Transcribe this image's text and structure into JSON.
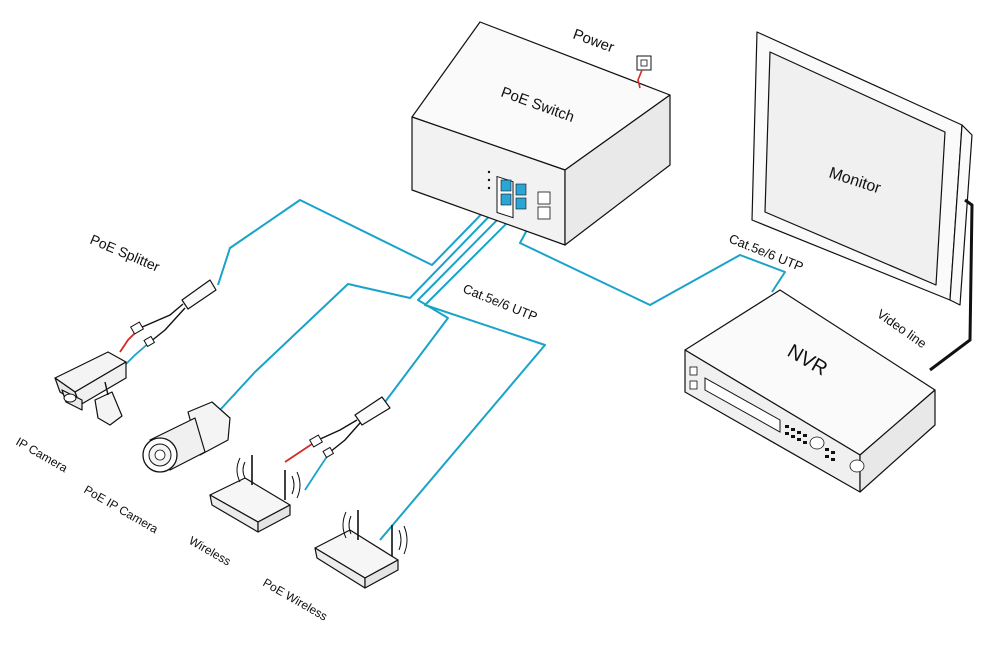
{
  "labels": {
    "power": "Power",
    "poe_switch": "PoE  Switch",
    "monitor": "Monitor",
    "nvr": "NVR",
    "video_line": "Video line",
    "cat_upper": "Cat.5e/6 UTP",
    "cat_middle": "Cat.5e/6 UTP",
    "poe_splitter": "PoE Splitter",
    "ip_camera": "IP Camera",
    "poe_ip_camera": "PoE IP Camera",
    "wireless": "Wireless",
    "poe_wireless": "PoE  Wireless"
  },
  "colors": {
    "cable": "#1aa3c9",
    "power_wire": "#d62828",
    "port": "#2aa6d6",
    "outline": "#111111",
    "device_fill": "#f4f4f4"
  },
  "icons": [
    "switch-icon",
    "power-socket-icon",
    "monitor-icon",
    "nvr-icon",
    "splitter-icon",
    "ip-camera-icon",
    "dome-camera-icon",
    "wireless-router-icon"
  ]
}
